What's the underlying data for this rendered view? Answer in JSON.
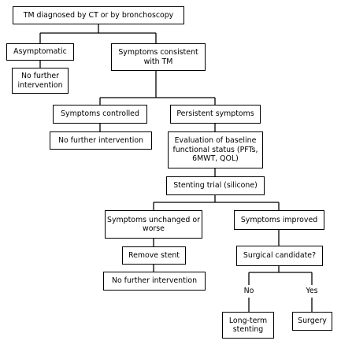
{
  "nodes": {
    "diagnosis": "TM diagnosed by CT or by bronchoscopy",
    "asymptomatic": "Asymptomatic",
    "no_further_1": "No further intervention",
    "symptoms_consistent": "Symptoms consistent with TM",
    "symptoms_controlled": "Symptoms controlled",
    "persistent": "Persistent symptoms",
    "no_further_2": "No further intervention",
    "evaluation": "Evaluation of baseline functional status (PFTs, 6MWT, QOL)",
    "stenting_trial": "Stenting trial (silicone)",
    "unchanged": "Symptoms unchanged or worse",
    "improved": "Symptoms improved",
    "remove_stent": "Remove stent",
    "surgical_candidate": "Surgical candidate?",
    "no_further_3": "No further intervention",
    "long_term": "Long-term stenting",
    "surgery": "Surgery"
  },
  "labels": {
    "no": "No",
    "yes": "Yes"
  }
}
